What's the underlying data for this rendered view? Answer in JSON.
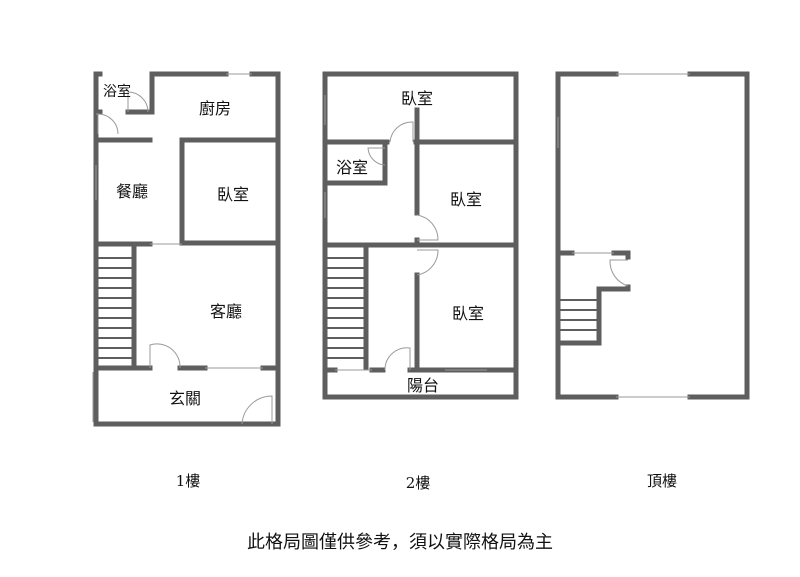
{
  "floor1": {
    "label": "1樓",
    "rooms": {
      "bath": "浴室",
      "kitchen": "廚房",
      "dining": "餐廳",
      "bedroom": "臥室",
      "living": "客廳",
      "foyer": "玄關"
    }
  },
  "floor2": {
    "label": "2樓",
    "rooms": {
      "bedroom_top": "臥室",
      "bath": "浴室",
      "bedroom_mid": "臥室",
      "bedroom_bottom": "臥室",
      "balcony": "陽台"
    }
  },
  "roof": {
    "label": "頂樓"
  },
  "disclaimer": "此格局圖僅供參考，須以實際格局為主"
}
